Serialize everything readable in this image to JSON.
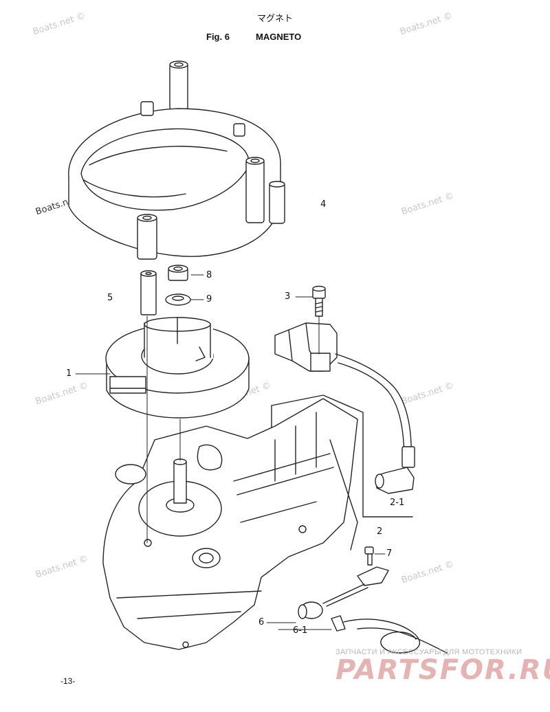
{
  "header": {
    "japanese_title": "マグネト",
    "figure": "Fig. 6",
    "name": "MAGNETO"
  },
  "watermark": "Boats.net ©",
  "callouts": {
    "c1": "1",
    "c2": "2",
    "c2_1": "2-1",
    "c3": "3",
    "c4": "4",
    "c5": "5",
    "c6": "6",
    "c6_1": "6-1",
    "c7": "7",
    "c8": "8",
    "c9": "9"
  },
  "page_number": "-13-",
  "brand": {
    "tagline": "ЗАПЧАСТИ И АКСЕССУАРЫ ДЛЯ МОТОТЕХНИКИ",
    "logo": "PARTSFOR.RU"
  }
}
